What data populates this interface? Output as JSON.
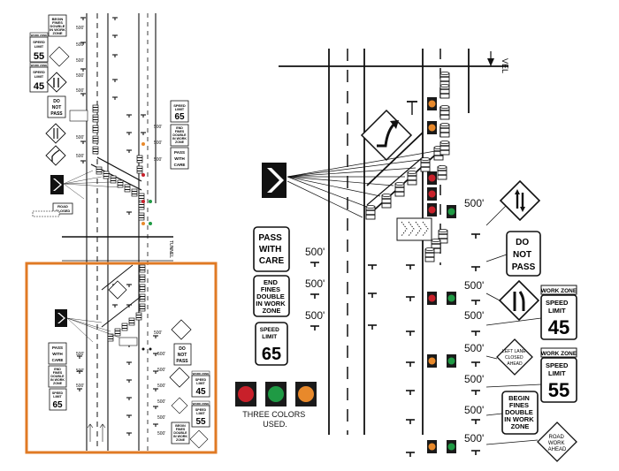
{
  "colors": {
    "line": "#111111",
    "frame": "#e07a24",
    "red": "#c8202a",
    "green": "#1f9a44",
    "amber": "#e8892b",
    "signal_box": "#1a1a1a",
    "background": "#ffffff"
  },
  "labels": {
    "distance": "500'",
    "caption": [
      "THREE COLORS",
      "USED."
    ],
    "hot_label": "VEL",
    "tunnel_label": "TUNNEL"
  },
  "signs": {
    "pass_with_care": [
      "PASS",
      "WITH",
      "CARE"
    ],
    "end_fines": [
      "END",
      "FINES",
      "DOUBLE",
      "IN WORK",
      "ZONE"
    ],
    "speed_limit_65": [
      "SPEED",
      "LIMIT",
      "65"
    ],
    "do_not_pass": [
      "DO",
      "NOT",
      "PASS"
    ],
    "work_zone": "WORK ZONE",
    "speed_limit_45": [
      "SPEED",
      "LIMIT",
      "45"
    ],
    "left_lane_closed": [
      "LEFT LANE",
      "CLOSED",
      "AHEAD"
    ],
    "speed_limit_55": [
      "SPEED",
      "LIMIT",
      "55"
    ],
    "begin_fines": [
      "BEGIN",
      "FINES",
      "DOUBLE",
      "IN WORK",
      "ZONE"
    ],
    "road_work_ahead": [
      "ROAD",
      "WORK",
      "AHEAD"
    ],
    "road_closed": [
      "ROAD",
      "CLOSED"
    ]
  },
  "legend_icons": [
    "red-signal",
    "green-signal",
    "amber-signal"
  ]
}
